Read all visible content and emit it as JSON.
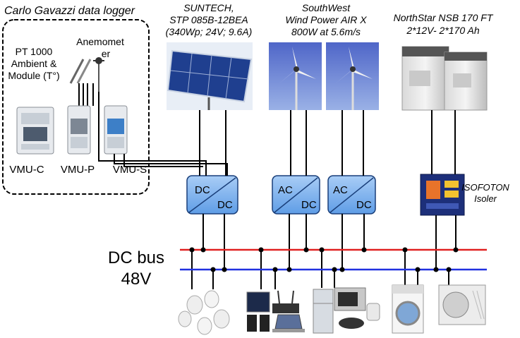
{
  "logger": {
    "title": "Carlo Gavazzi data logger",
    "sensor_temp": [
      "PT 1000",
      "Ambient &",
      "Module (T°)"
    ],
    "sensor_wind": [
      "Anemomet",
      "er"
    ],
    "modules": [
      "VMU-C",
      "VMU-P",
      "VMU-S"
    ]
  },
  "pv": {
    "lines": [
      "SUNTECH,",
      "STP 085B-12BEA",
      "(340Wp; 24V; 9.6A)"
    ]
  },
  "wind": {
    "lines": [
      "SouthWest",
      "Wind Power AIR X",
      "800W at 5.6m/s"
    ]
  },
  "battery": {
    "lines": [
      "NorthStar NSB 170 FT",
      "2*12V- 2*170 Ah"
    ]
  },
  "converters": {
    "pv": {
      "top": "DC",
      "bottom": "DC"
    },
    "wind1": {
      "top": "AC",
      "bottom": "DC"
    },
    "wind2": {
      "top": "AC",
      "bottom": "DC"
    }
  },
  "isoler": {
    "lines": [
      "ISOFOTON",
      "Isoler"
    ]
  },
  "bus": {
    "lines": [
      "DC bus",
      "48V"
    ]
  },
  "colors": {
    "bus_positive": "#e02020",
    "bus_negative": "#2030e0",
    "converter_fill": "#7fb3f0"
  }
}
